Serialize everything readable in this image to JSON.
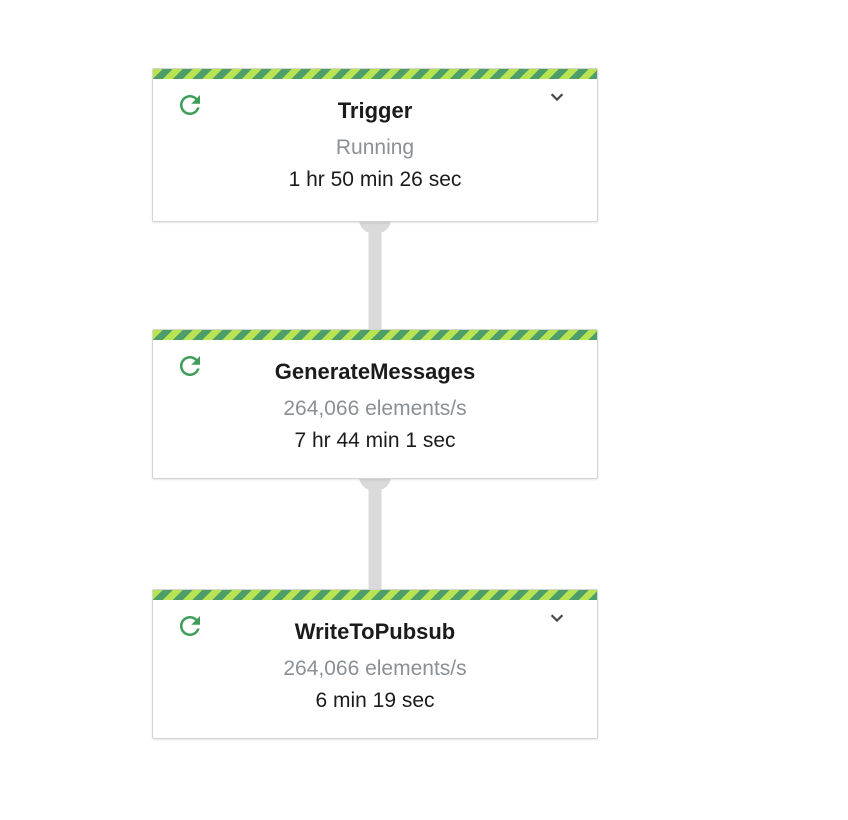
{
  "app": {
    "name": "dataflow-job-graph",
    "description_visible": false
  },
  "colors": {
    "canvas_bg": "#ffffff",
    "stripe_light": "#b8e352",
    "stripe_dark": "#4e9e6a",
    "icon_green": "#3e9e58",
    "text_primary": "#1b1b1b",
    "text_secondary": "#8b9094",
    "card_border": "#d4d4d4",
    "connector": "#dadada",
    "chevron": "#47494c"
  },
  "nodes": [
    {
      "title": "Trigger",
      "metric": "Running",
      "duration": "1 hr 50 min 26 sec",
      "status_icon": "running-refresh-icon",
      "has_expander": true,
      "expander_icon": "chevron-down-icon"
    },
    {
      "title": "GenerateMessages",
      "metric": "264,066 elements/s",
      "duration": "7 hr 44 min 1 sec",
      "status_icon": "running-refresh-icon",
      "has_expander": false
    },
    {
      "title": "WriteToPubsub",
      "metric": "264,066 elements/s",
      "duration": "6 min 19 sec",
      "status_icon": "running-refresh-icon",
      "has_expander": true,
      "expander_icon": "chevron-down-icon"
    }
  ]
}
